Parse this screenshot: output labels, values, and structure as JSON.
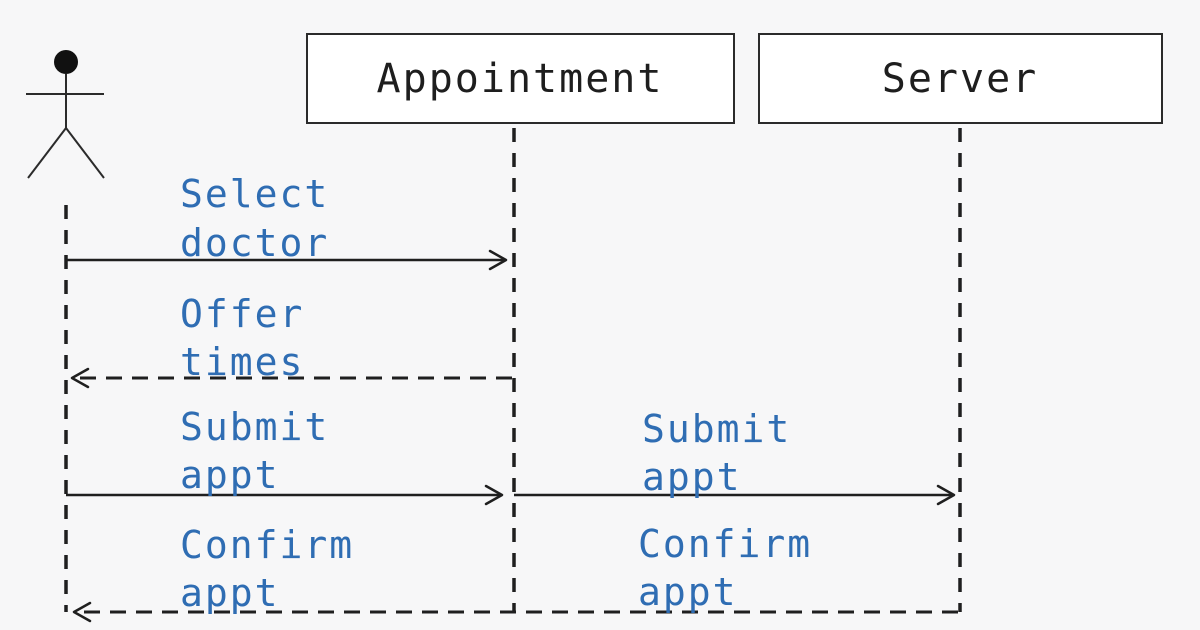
{
  "diagram": {
    "type": "sequence",
    "label_color": "#2f6db3",
    "participants": [
      {
        "id": "actor",
        "kind": "actor",
        "label": ""
      },
      {
        "id": "appointment",
        "kind": "box",
        "label": "Appointment"
      },
      {
        "id": "server",
        "kind": "box",
        "label": "Server"
      }
    ],
    "messages": [
      {
        "from": "actor",
        "to": "appointment",
        "style": "solid",
        "label_lines": [
          "Select",
          "doctor"
        ]
      },
      {
        "from": "appointment",
        "to": "actor",
        "style": "dashed",
        "label_lines": [
          "Offer",
          "times"
        ]
      },
      {
        "from": "actor",
        "to": "appointment",
        "style": "solid",
        "label_lines": [
          "Submit",
          "appt"
        ]
      },
      {
        "from": "appointment",
        "to": "server",
        "style": "solid",
        "label_lines": [
          "Submit",
          "appt"
        ]
      },
      {
        "from": "server",
        "to": "actor",
        "style": "dashed",
        "label_lines": [
          "Confirm",
          "appt"
        ]
      },
      {
        "from": "server",
        "to": "appointment",
        "style": "dashed",
        "label_lines": [
          "Confirm",
          "appt"
        ],
        "label_only": true
      }
    ]
  }
}
